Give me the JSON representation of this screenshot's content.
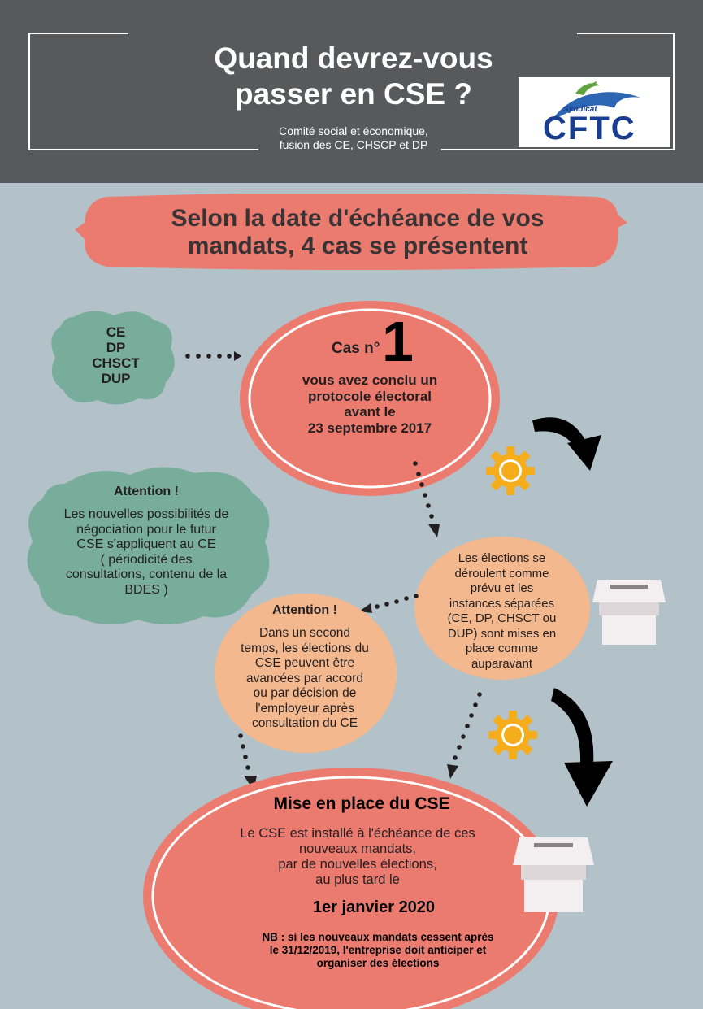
{
  "header": {
    "title_line1": "Quand devrez-vous",
    "title_line2": "passer en CSE ?",
    "subtitle_line1": "Comité social et économique,",
    "subtitle_line2": "fusion des CE, CHSCP et DP",
    "logo_top": "Syndicat",
    "logo_main": "CFTC"
  },
  "banner": {
    "line1": "Selon la date d'échéance de vos",
    "line2": "mandats, 4 cas se présentent"
  },
  "instances": [
    "CE",
    "DP",
    "CHSCT",
    "DUP"
  ],
  "case1": {
    "label": "Cas n°",
    "number": "1",
    "text": [
      "vous avez conclu un",
      "protocole électoral",
      "avant le",
      "23 septembre 2017"
    ]
  },
  "attention_left": {
    "title": "Attention !",
    "text": [
      "Les nouvelles possibilités de",
      "négociation pour le futur",
      "CSE s'appliquent au CE",
      "( périodicité des",
      "consultations, contenu de la",
      "BDES )"
    ]
  },
  "elections": {
    "text": [
      "Les élections se",
      "déroulent comme",
      "prévu et les",
      "instances séparées",
      "(CE, DP, CHSCT ou",
      "DUP) sont mises en",
      "place comme",
      "auparavant"
    ]
  },
  "attention_mid": {
    "title": "Attention !",
    "text": [
      "Dans un second",
      "temps, les élections du",
      "CSE peuvent être",
      "avancées par accord",
      "ou par décision de",
      "l'employeur après",
      "consultation du CE"
    ]
  },
  "cse": {
    "title": "Mise en place du CSE",
    "text": [
      "Le CSE est installé à l'échéance de ces",
      "nouveaux mandats,",
      "par de nouvelles élections,",
      "au plus tard le"
    ],
    "date": "1er janvier 2020",
    "nb": [
      "NB : si les nouveaux mandats cessent après",
      "le 31/12/2019, l'entreprise doit anticiper et",
      "organiser des élections"
    ]
  },
  "colors": {
    "header_bg": "#58595b",
    "background": "#b3c1c8",
    "salmon": "#ec7b6f",
    "peach": "#f4b88e",
    "teal": "#78ad9c",
    "gear": "#f5ad1b",
    "logo_blue": "#1a3e8f"
  }
}
